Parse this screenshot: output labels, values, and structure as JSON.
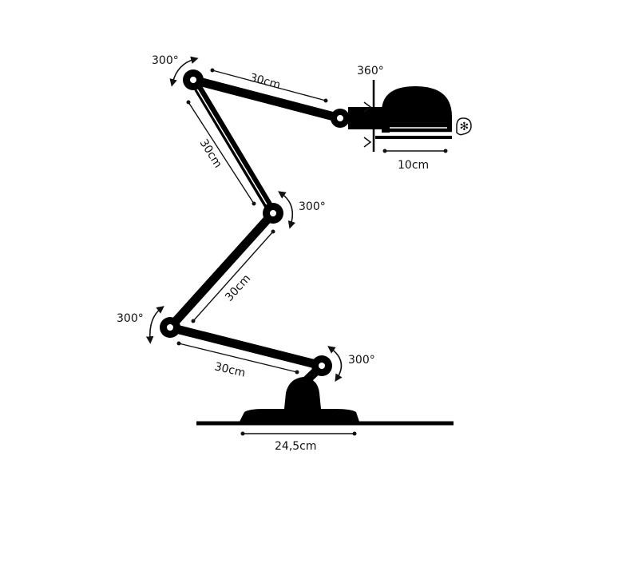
{
  "labels": {
    "angle_top_left": "300°",
    "angle_middle_right": "300°",
    "angle_lower_left": "300°",
    "angle_base": "300°",
    "angle_head": "360°",
    "len_top_arm": "30cm",
    "len_upper_arm": "30cm",
    "len_middle_arm": "30cm",
    "len_lower_arm": "30cm",
    "len_shade": "10cm",
    "len_base": "24,5cm"
  },
  "icons": {
    "bulb_symbol": "bulb-icon"
  },
  "colors": {
    "ink": "#000000",
    "background": "#ffffff"
  }
}
